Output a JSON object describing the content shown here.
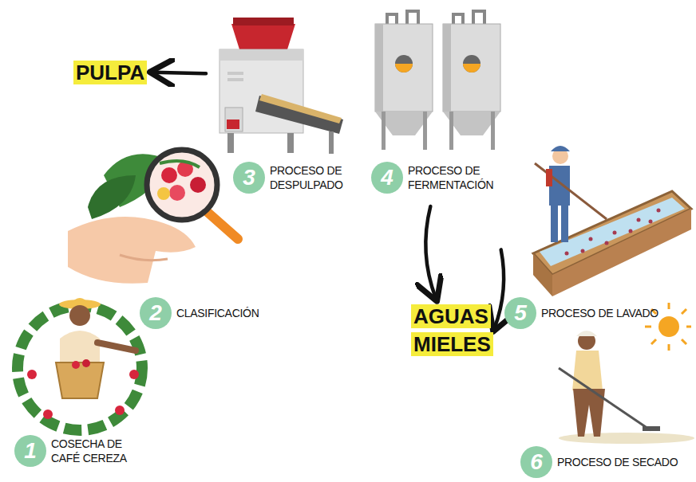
{
  "diagram": {
    "nodes": [
      {
        "text": [
          "1",
          "COSECHA DE CAFÉ CEREZA"
        ]
      },
      {
        "text": [
          "2",
          "CLASIFICACIÓN"
        ]
      },
      {
        "text": [
          "3",
          "PROCESO DE DESPULPADO"
        ]
      },
      {
        "text": [
          "4",
          "PROCESO DE FERMENTACIÓN"
        ]
      },
      {
        "text": [
          "5",
          "PROCESO DE LAVADO"
        ]
      },
      {
        "text": [
          "6",
          "PROCESO DE SECADO"
        ]
      },
      {
        "text": [
          "PULPA"
        ]
      },
      {
        "text": [
          "AGUAS MIELES"
        ]
      }
    ],
    "edges": [
      {
        "from": 2,
        "to": 6,
        "arrow": "to"
      },
      {
        "from": 3,
        "to": 7,
        "arrow": "to"
      },
      {
        "from": 4,
        "to": 7,
        "arrow": "to"
      }
    ]
  }
}
